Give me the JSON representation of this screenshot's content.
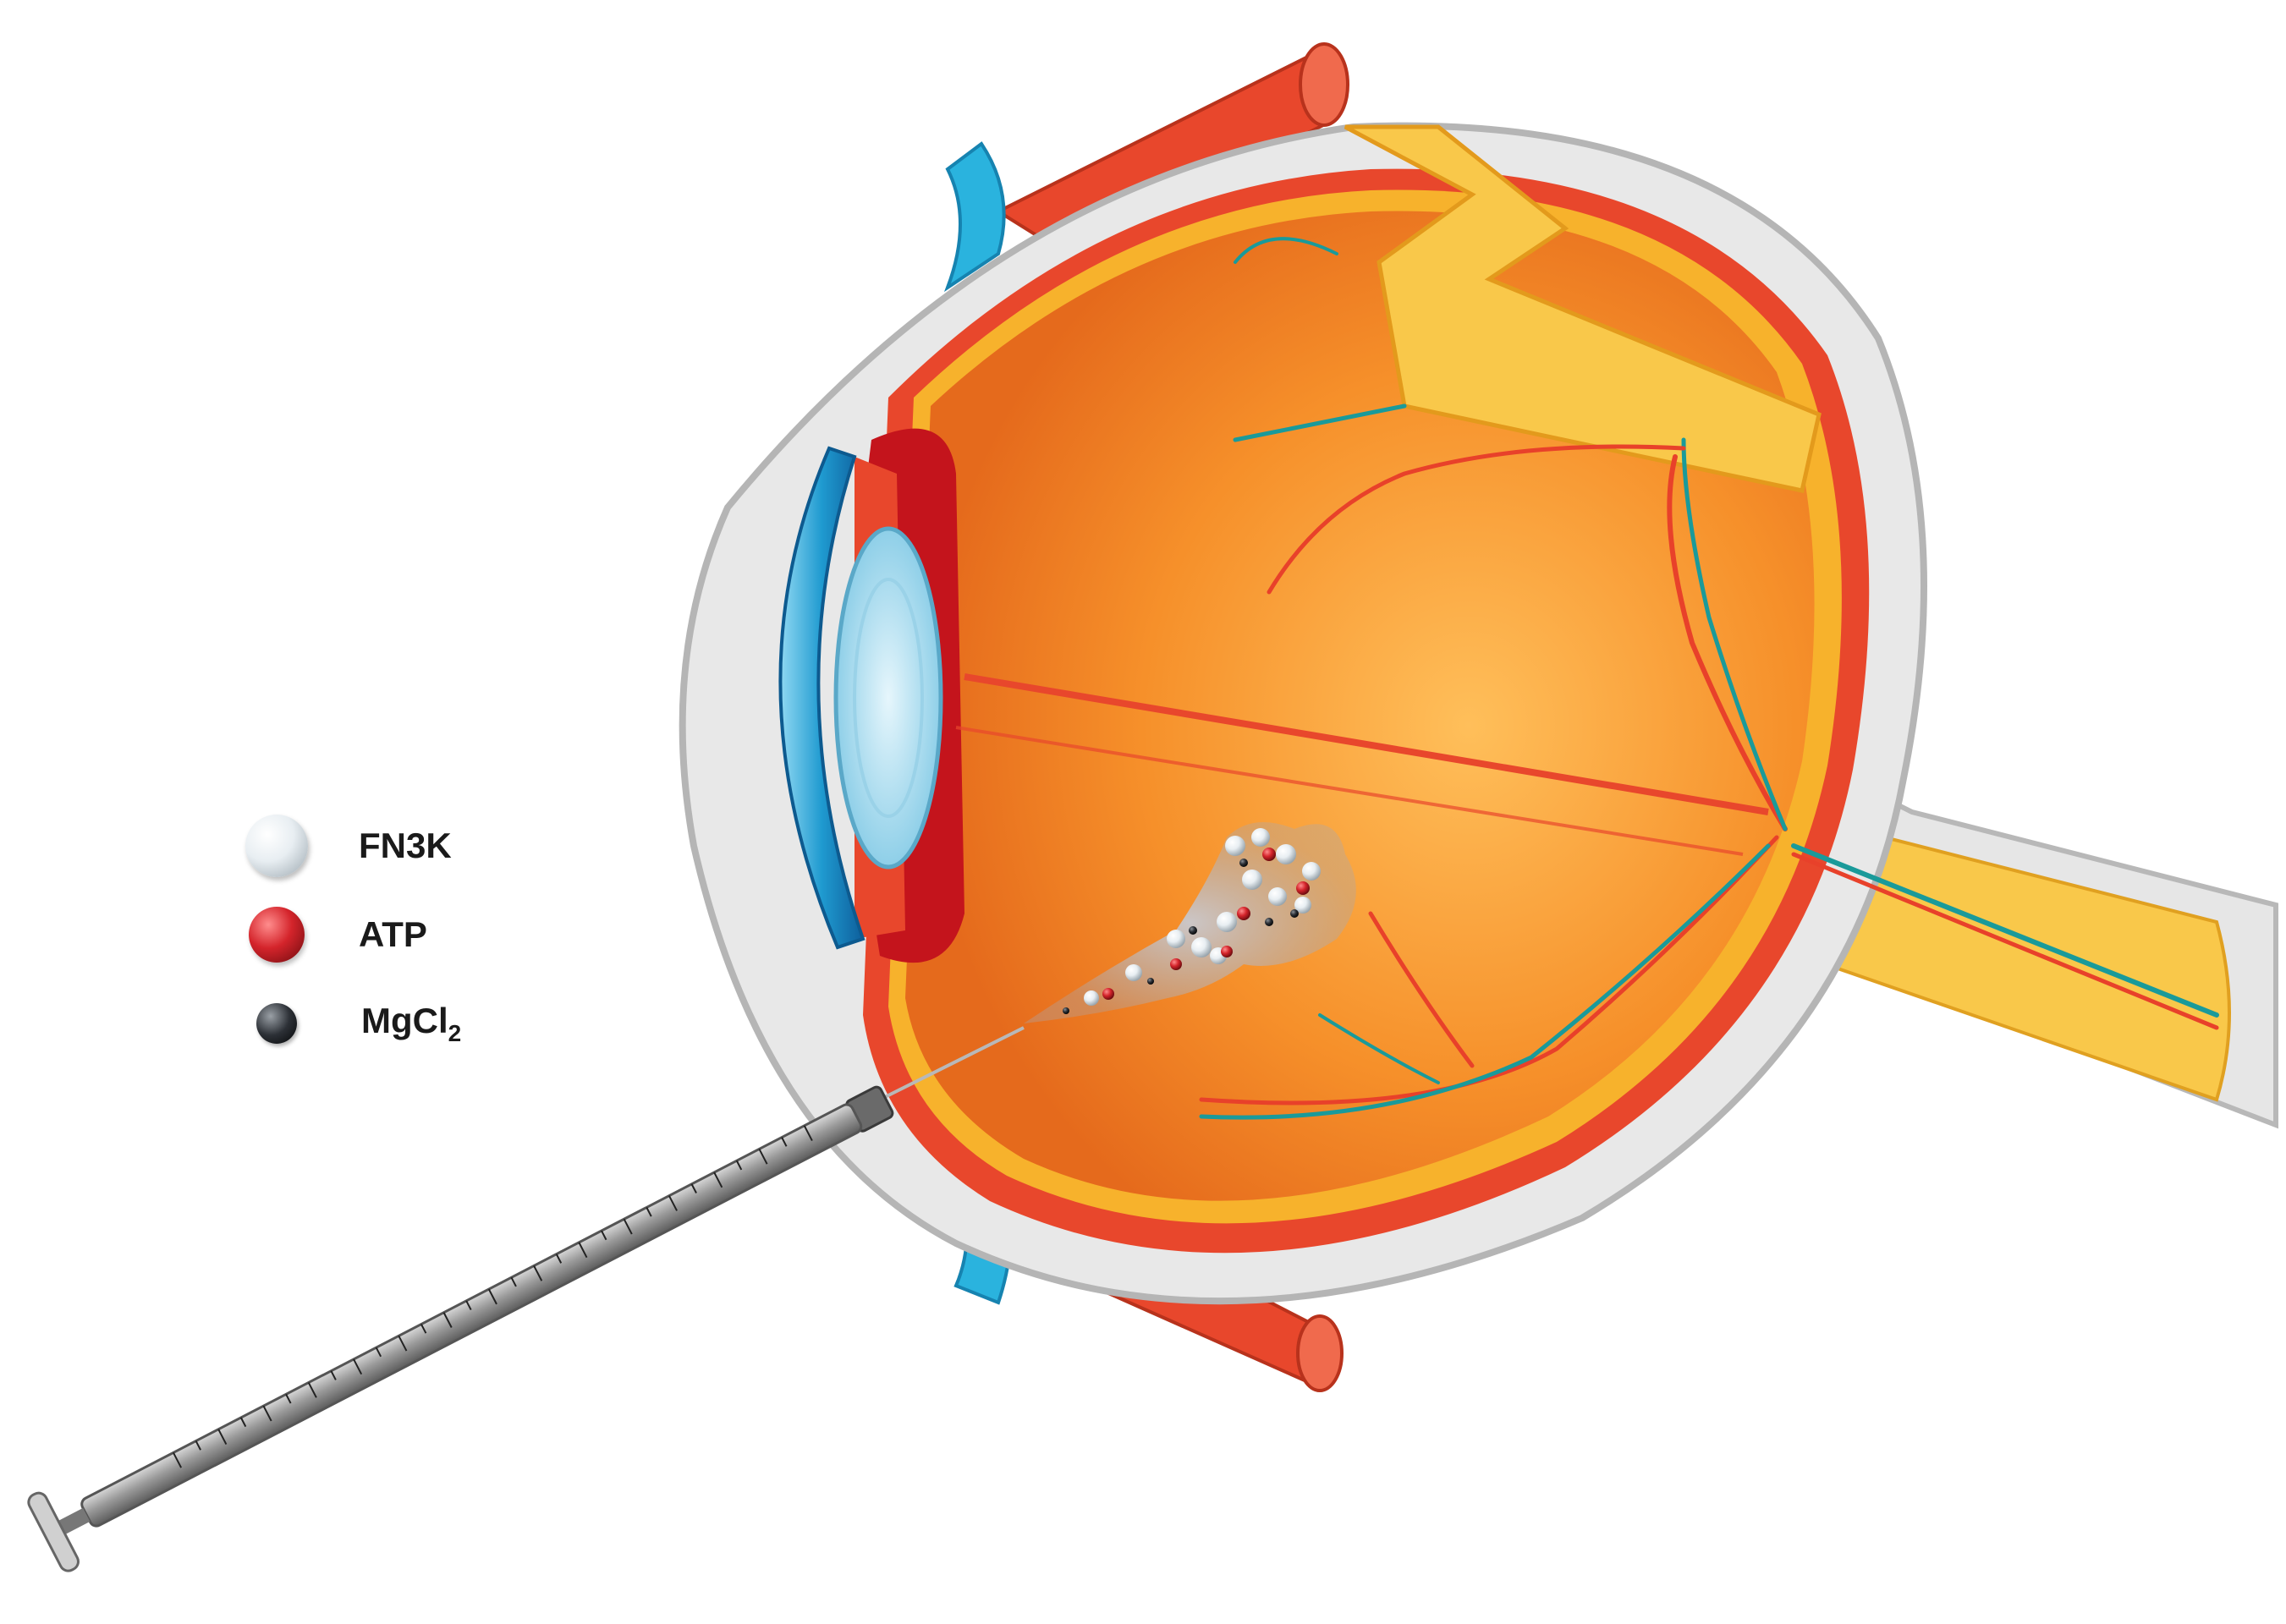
{
  "legend": {
    "items": [
      {
        "label": "FN3K"
      },
      {
        "label": "ATP"
      },
      {
        "label_main": "MgCl",
        "label_sub": "2"
      }
    ]
  },
  "colors": {
    "sclera": "#e6e6e6",
    "choroid": "#e84a2a",
    "retina": "#f7b22c",
    "vitreous": "#f28a24",
    "cornea": "#2aa6d6",
    "lens": "#bfe6f5",
    "vessel_artery": "#e8412a",
    "vessel_vein": "#1a9a9a",
    "fn3k": "#e8eef2",
    "atp": "#d4242b",
    "mgcl2": "#2c3036"
  },
  "icons": [
    "eye-cross-section",
    "syringe-icon",
    "injected-particle-cloud"
  ]
}
